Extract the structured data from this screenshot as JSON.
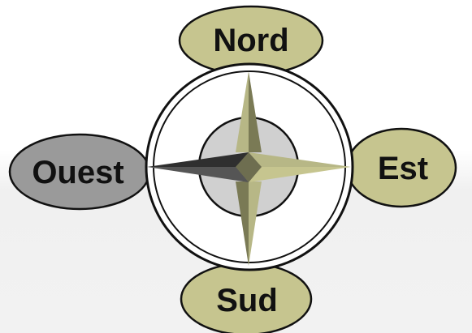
{
  "directions": {
    "north": "Nord",
    "east": "Est",
    "south": "Sud",
    "west": "Ouest"
  },
  "colors": {
    "olive_fill": "#c6c58f",
    "olive_dark": "#7a7a55",
    "olive_light": "#b7b786",
    "west_fill": "#9a9a9a",
    "needle_dark": "#2f2f2f",
    "inner_disc": "#d0d0d0",
    "outline": "#111111"
  }
}
